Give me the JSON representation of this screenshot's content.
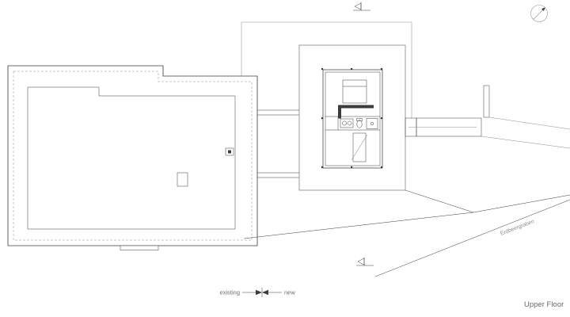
{
  "labels": {
    "floor_title": "Upper Floor",
    "street": "Erdbeergraben",
    "legend_existing": "existing",
    "legend_new": "new"
  },
  "colors": {
    "background": "#ffffff",
    "line": "#3c3c3c",
    "light": "#8f8f8f",
    "hatch": "#a3a3a3",
    "text": "#6a6a6a"
  }
}
